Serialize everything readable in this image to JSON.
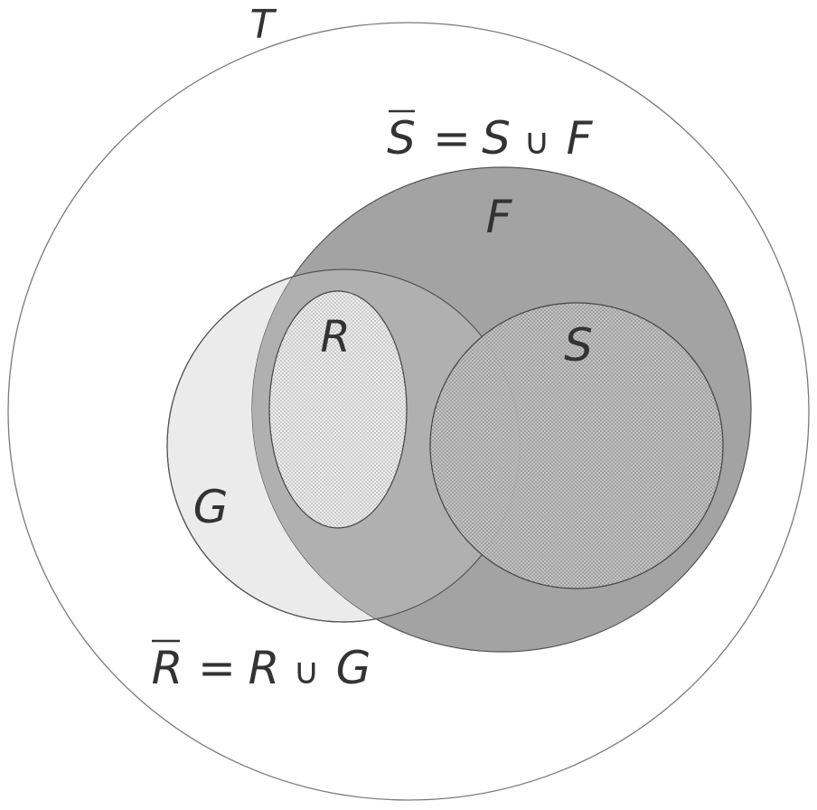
{
  "diagram": {
    "sets": {
      "T": {
        "label": "T",
        "fill": "#ffffff",
        "stroke": "#7a7a7a"
      },
      "F": {
        "label": "F",
        "fill": "#a3a3a3",
        "stroke": "#555555"
      },
      "G": {
        "label": "G",
        "fill": "#ebebeb",
        "stroke": "#555555"
      },
      "R": {
        "label": "R",
        "fill": "#e8e8e8",
        "stroke": "#444444",
        "pattern": "fine-dots"
      },
      "S": {
        "label": "S",
        "fill": "#b8b8b8",
        "stroke": "#444444",
        "pattern": "fine-dots"
      }
    },
    "equations": {
      "s_closure": {
        "lhs": "S",
        "equals": "=",
        "rhs_a": "S",
        "union": "∪",
        "rhs_b": "F"
      },
      "r_closure": {
        "lhs": "R",
        "equals": "=",
        "rhs_a": "R",
        "union": "∪",
        "rhs_b": "G"
      }
    }
  }
}
